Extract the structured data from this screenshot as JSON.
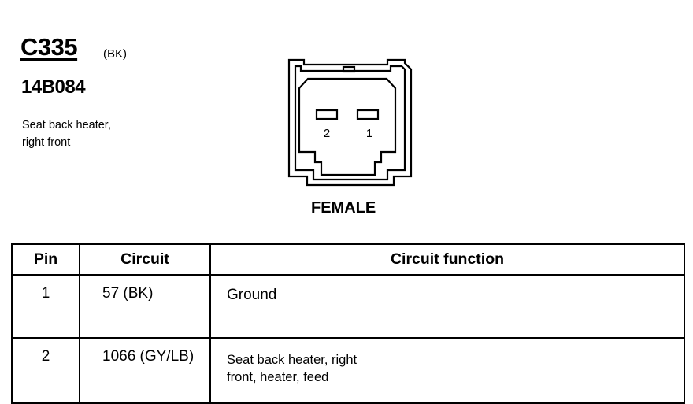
{
  "connector": {
    "id": "C335",
    "color": "(BK)",
    "part_number": "14B084",
    "description_line1": "Seat back heater,",
    "description_line2": "right front",
    "gender": "FEMALE",
    "pins_shown": [
      "2",
      "1"
    ]
  },
  "table": {
    "headers": {
      "pin": "Pin",
      "circuit": "Circuit",
      "function": "Circuit function"
    },
    "rows": [
      {
        "pin": "1",
        "circuit": "57 (BK)",
        "function_line1": "Ground",
        "function_line2": ""
      },
      {
        "pin": "2",
        "circuit": "1066 (GY/LB)",
        "function_line1": "Seat back heater, right",
        "function_line2": "front, heater, feed"
      }
    ]
  }
}
